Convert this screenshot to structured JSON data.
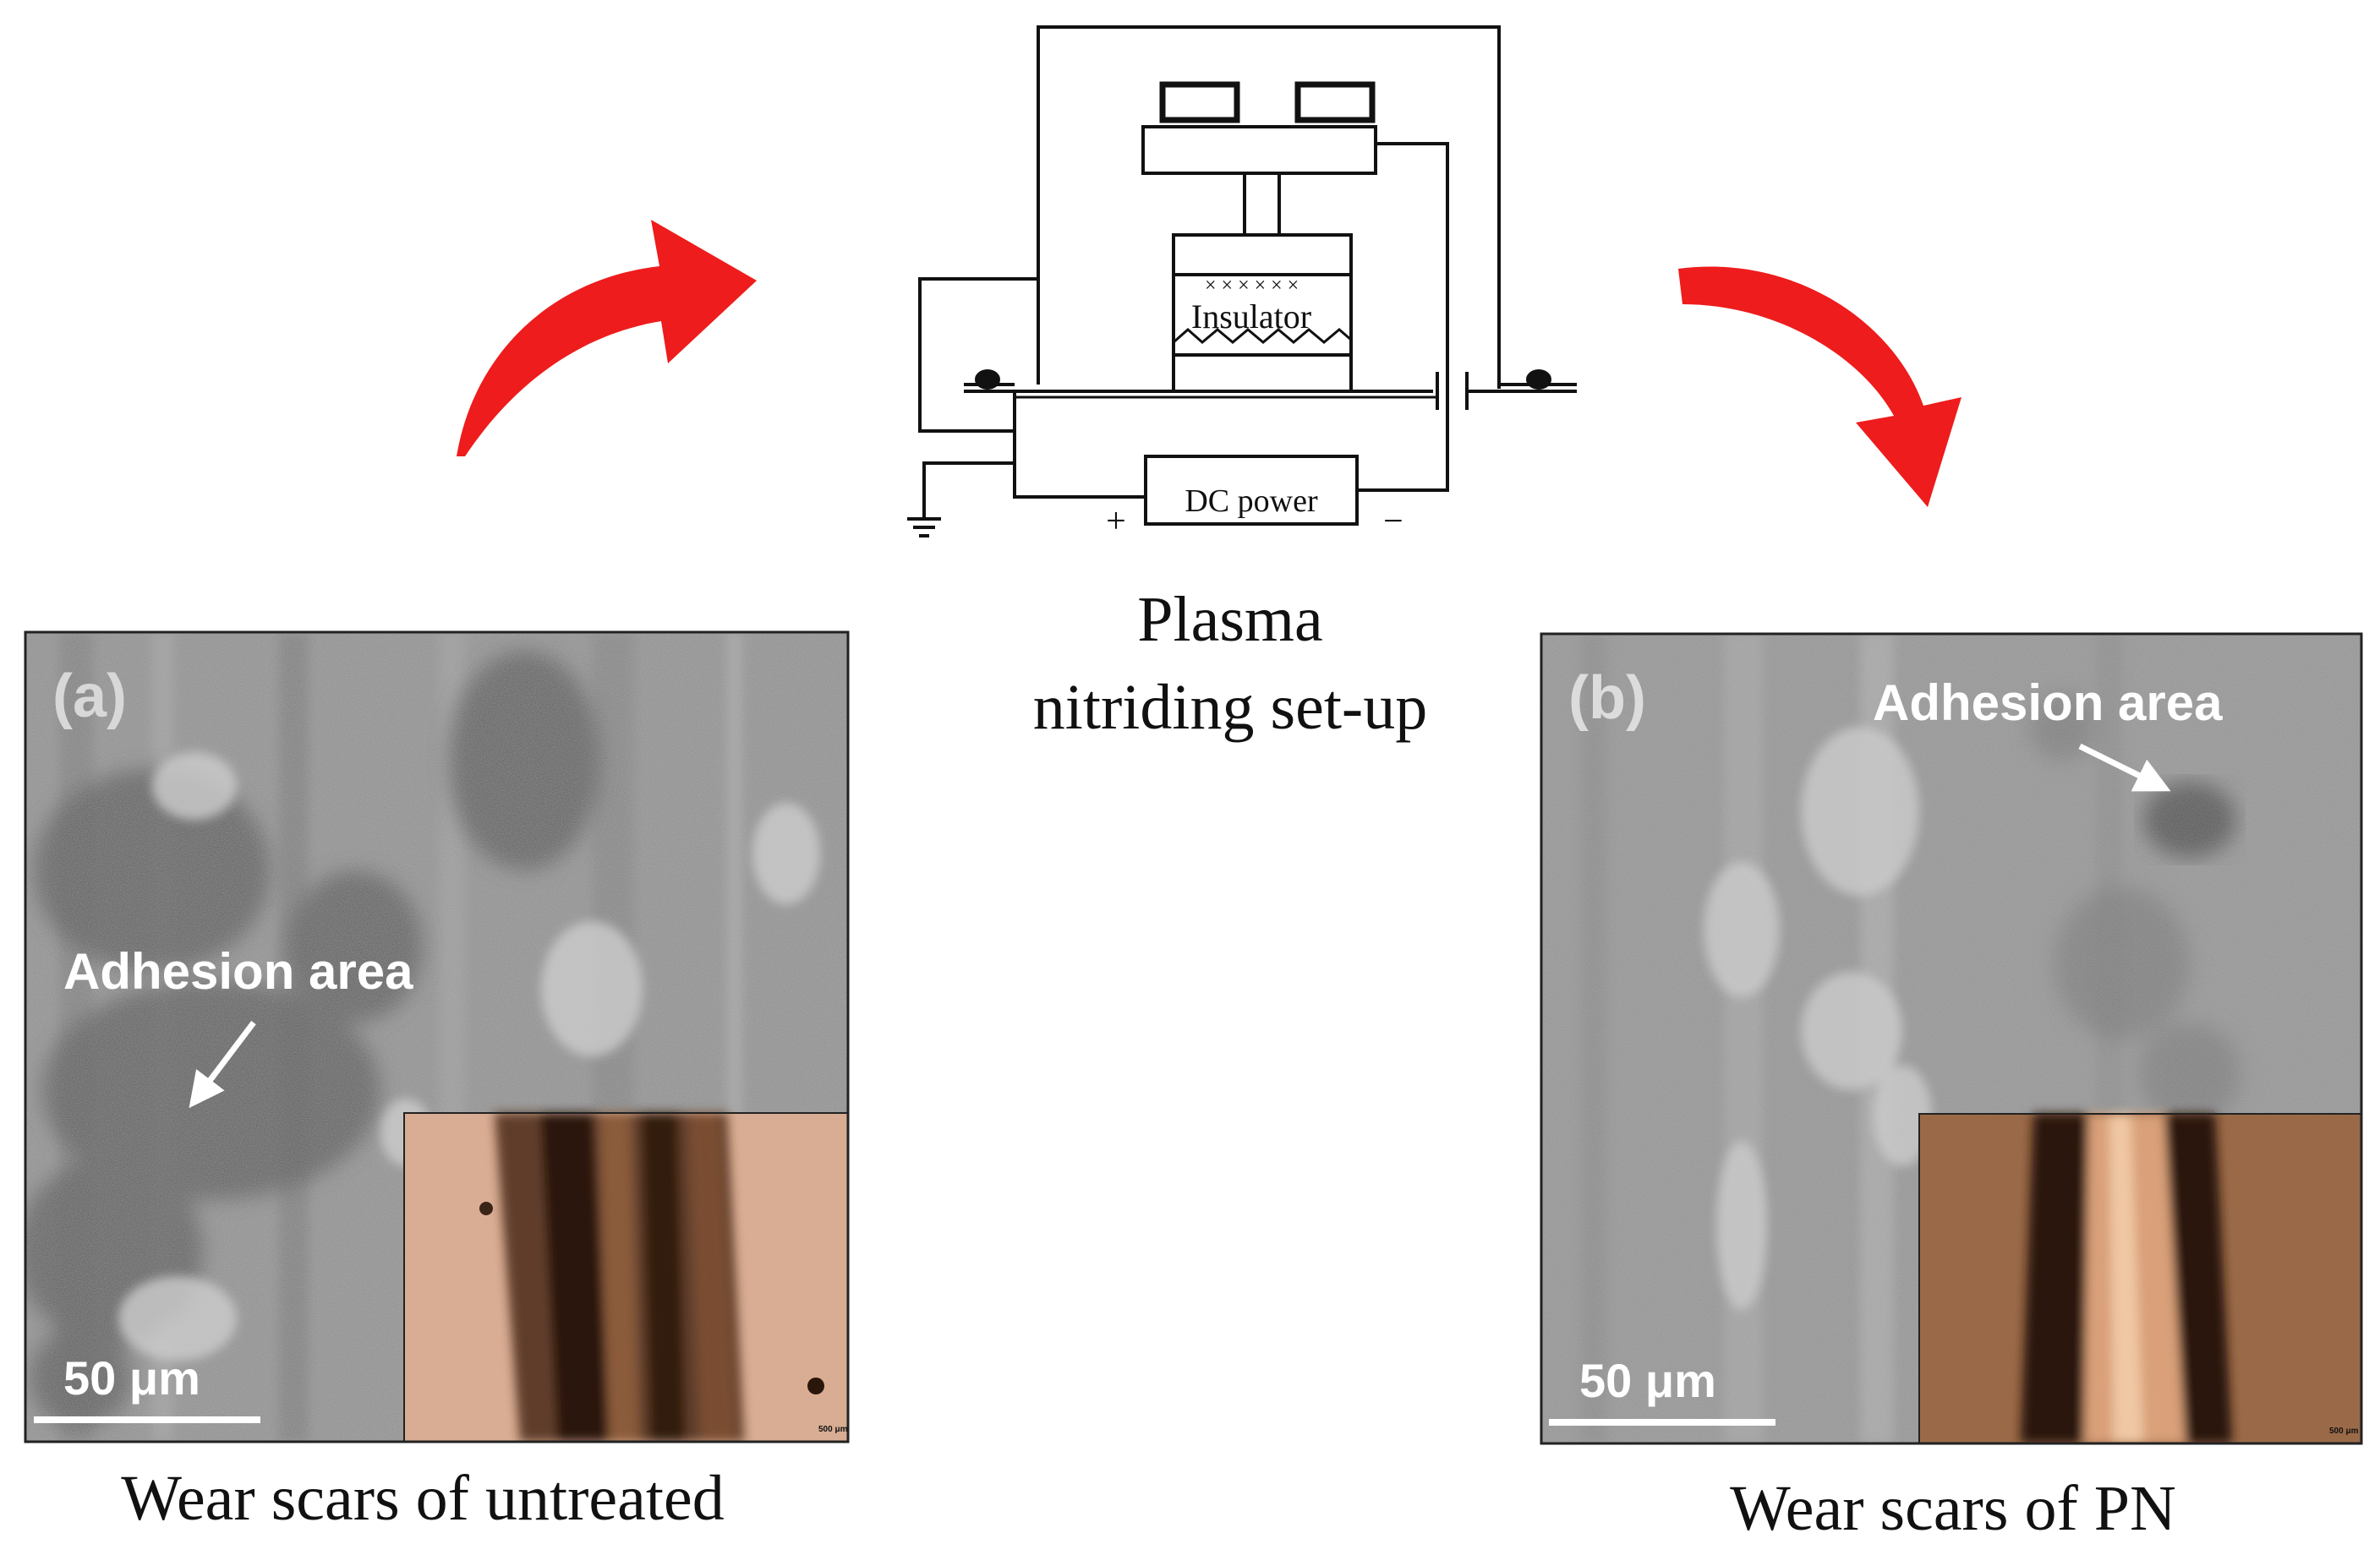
{
  "setup": {
    "insulator_label": "Insulator",
    "power_label": "DC power",
    "plus_sign": "+",
    "minus_sign": "−",
    "caption_line1": "Plasma",
    "caption_line2": "nitriding set-up"
  },
  "panel_a": {
    "tag": "(a)",
    "annotation": "Adhesion area",
    "scale_bar": "50 μm",
    "inset_scale": "500 μm",
    "caption": "Wear scars of untreated"
  },
  "panel_b": {
    "tag": "(b)",
    "annotation": "Adhesion area",
    "scale_bar": "50 μm",
    "inset_scale": "500 μm",
    "caption": "Wear scars of PN"
  },
  "colors": {
    "arrow": "#ee1c1c",
    "sem_gray": "#8c8c8c",
    "inset_untreated": "#d9ad94",
    "inset_pn": "#9a6a48"
  }
}
